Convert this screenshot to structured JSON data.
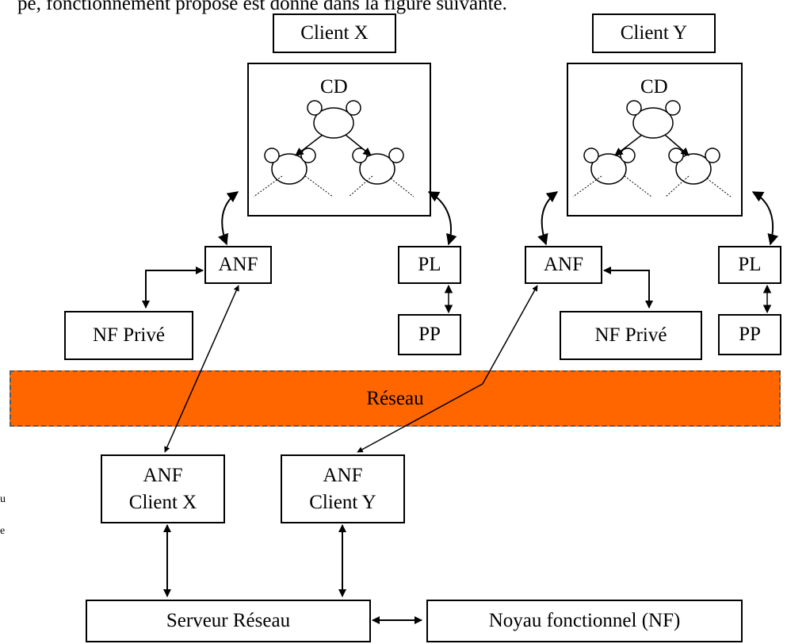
{
  "intro_fragment": "pe, fonctionnement proposé est donné dans la figure suivante.",
  "left_margin": [
    "u",
    "e"
  ],
  "nodes": {
    "client_x": "Client X",
    "client_y": "Client Y",
    "cd_x": "CD",
    "cd_y": "CD",
    "anf_x": "ANF",
    "anf_y": "ANF",
    "pl_x": "PL",
    "pl_y": "PL",
    "pp_x": "PP",
    "pp_y": "PP",
    "nf_prive_x": "NF Privé",
    "nf_prive_y": "NF Privé",
    "reseau": "Réseau",
    "anf_client_x": [
      "ANF",
      "Client X"
    ],
    "anf_client_y": [
      "ANF",
      "Client Y"
    ],
    "serveur_reseau": "Serveur Réseau",
    "noyau_fonctionnel": "Noyau fonctionnel (NF)"
  },
  "colors": {
    "network_band": "#ff6600",
    "network_border": "#5a5a5a",
    "lines": "#000000"
  }
}
